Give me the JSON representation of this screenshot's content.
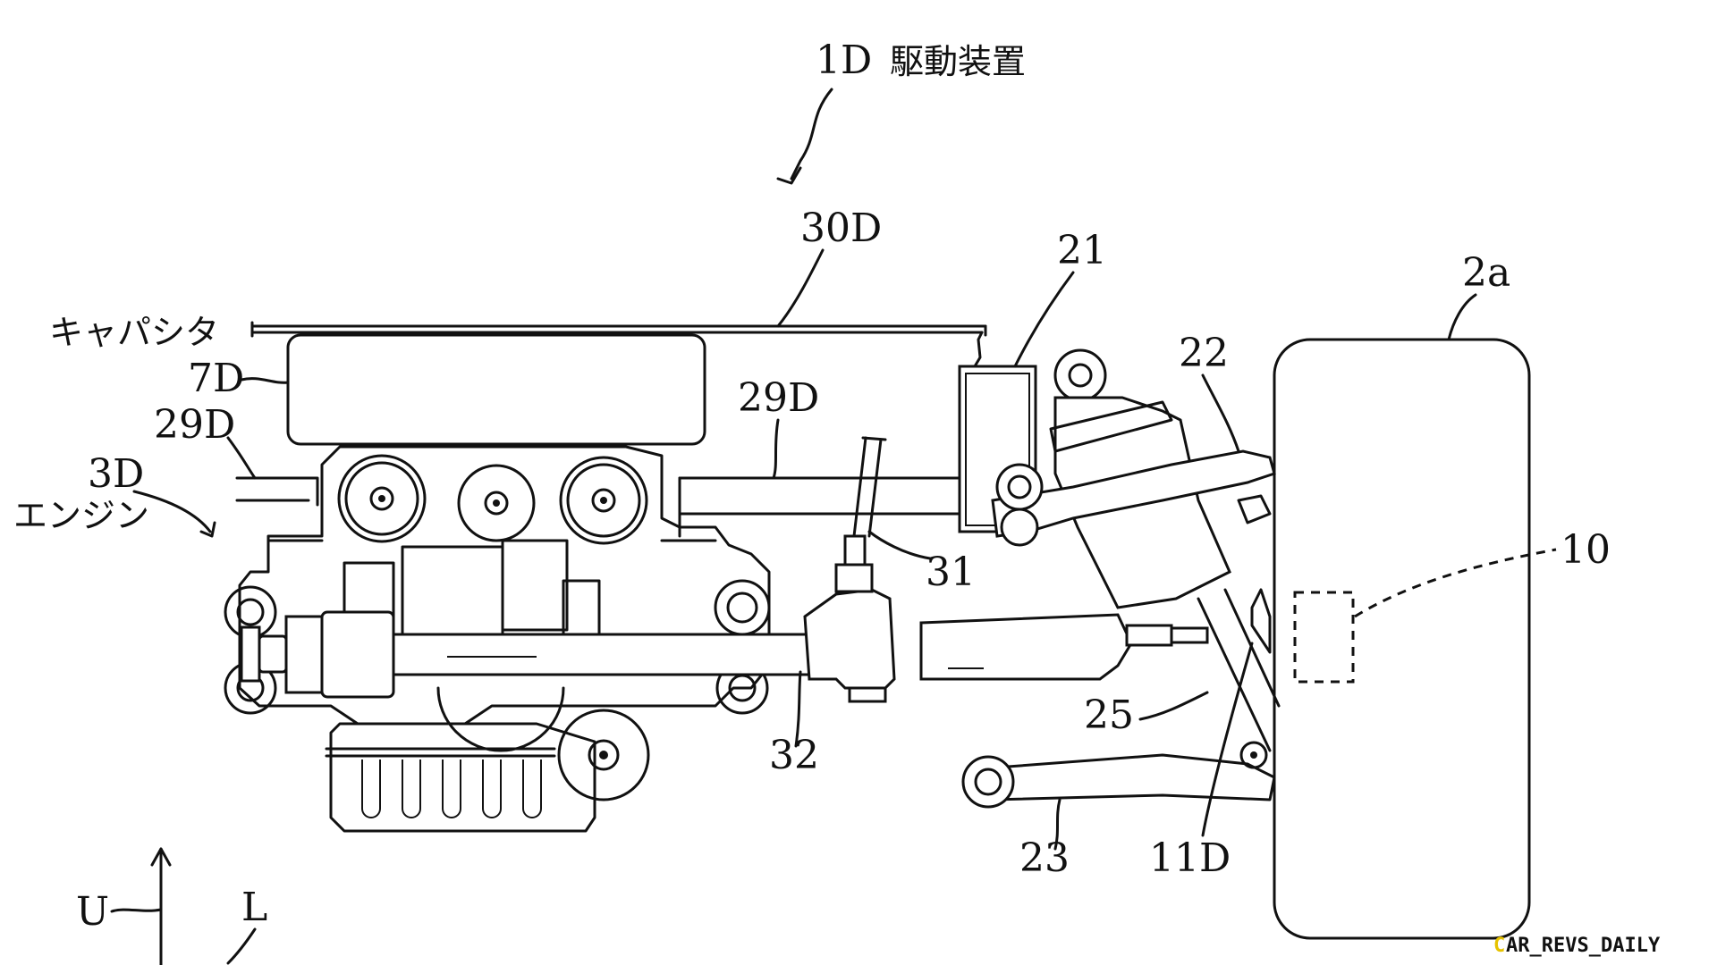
{
  "labels": {
    "device_num": "1D",
    "device_name": "駆動装置",
    "l30d": "30D",
    "l21": "21",
    "l2a": "2a",
    "l22": "22",
    "capacitor": "キャパシタ",
    "l7d": "7D",
    "l29d_center": "29D",
    "l29d_left": "29D",
    "l3d": "3D",
    "engine": "エンジン",
    "l10": "10",
    "l31": "31",
    "l32": "32",
    "l25": "25",
    "l23": "23",
    "l11d": "11D",
    "dir_u": "U",
    "dir_l": "L"
  },
  "watermark": {
    "first_letter": "C",
    "rest": "AR_REVS_DAILY"
  },
  "colors": {
    "line": "#111111",
    "background": "#ffffff",
    "watermark_accent": "#e6c200"
  }
}
